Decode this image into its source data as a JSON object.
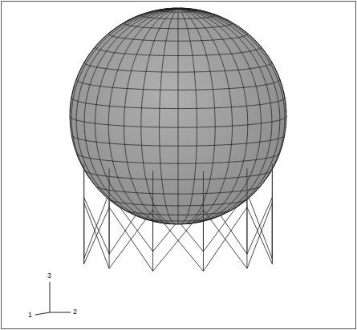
{
  "diagram": {
    "labels": [
      "3",
      "1",
      "2"
    ]
  }
}
